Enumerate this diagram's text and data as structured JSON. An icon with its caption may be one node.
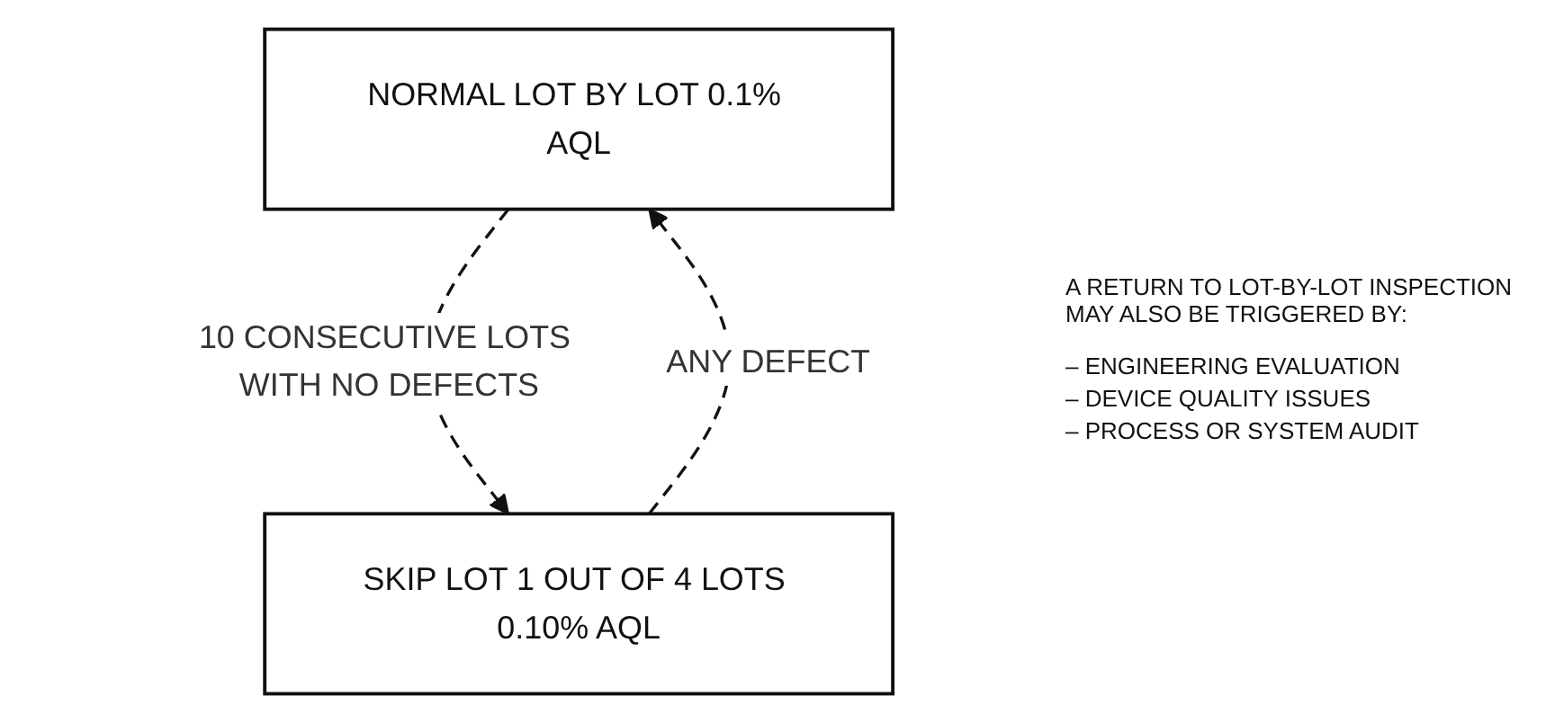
{
  "diagram": {
    "nodes": [
      {
        "text": [
          "NORMAL LOT BY LOT 0.1% AQL"
        ]
      },
      {
        "text": [
          "SKIP LOT 1 OUT OF 4 LOTS 0.10% AQL"
        ]
      }
    ],
    "edges": [
      {
        "from": 0,
        "to": 1,
        "arrow": "to",
        "style": "dashed",
        "label": "10 CONSECUTIVE LOTS WITH NO DEFECTS"
      },
      {
        "from": 1,
        "to": 0,
        "arrow": "to",
        "style": "dashed",
        "label": "ANY DEFECT"
      }
    ],
    "labels": [
      "A RETURN TO LOT-BY-LOT INSPECTION MAY ALSO BE TRIGGERED BY:",
      "– ENGINEERING EVALUATION",
      "– DEVICE QUALITY ISSUES",
      "– PROCESS OR SYSTEM AUDIT"
    ]
  }
}
